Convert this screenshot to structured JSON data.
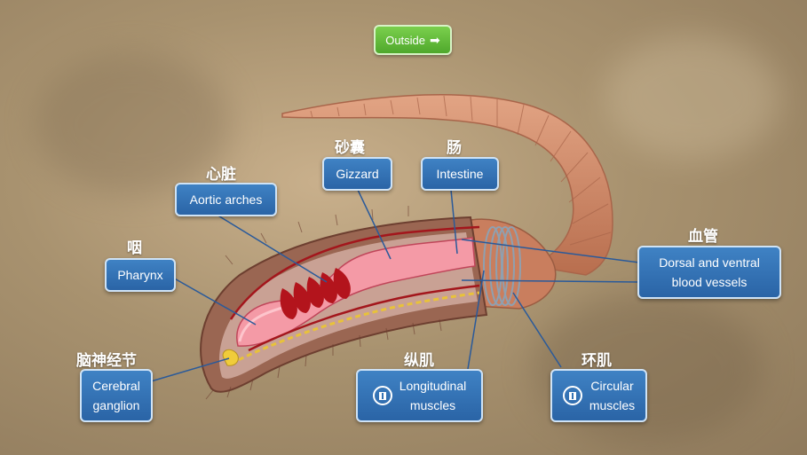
{
  "nav": {
    "outside_label": "Outside",
    "outside_icon": "arrow-right-icon"
  },
  "labels": {
    "aortic_arches": {
      "en": "Aortic arches",
      "cn": "心脏"
    },
    "gizzard": {
      "en": "Gizzard",
      "cn": "砂囊"
    },
    "intestine": {
      "en": "Intestine",
      "cn": "肠"
    },
    "pharynx": {
      "en": "Pharynx",
      "cn": "咽"
    },
    "blood_vessels": {
      "en": "Dorsal and ventral\nblood vessels",
      "cn": "血管"
    },
    "cerebral_ganglion": {
      "en": "Cerebral\nganglion",
      "cn": "脑神经节"
    },
    "longitudinal_muscles": {
      "en": "Longitudinal\nmuscles",
      "cn": "纵肌",
      "icon": "video-icon"
    },
    "circular_muscles": {
      "en": "Circular\nmuscles",
      "cn": "环肌",
      "icon": "video-icon"
    }
  },
  "colors": {
    "button_green": "#5cb536",
    "label_blue": "#2f6fb1",
    "worm_skin": "#c98563",
    "digestive_pink": "#f49aa6",
    "blood_red": "#a3161c",
    "nerve_yellow": "#e8c23a",
    "leader_line": "#2a5a9a"
  }
}
